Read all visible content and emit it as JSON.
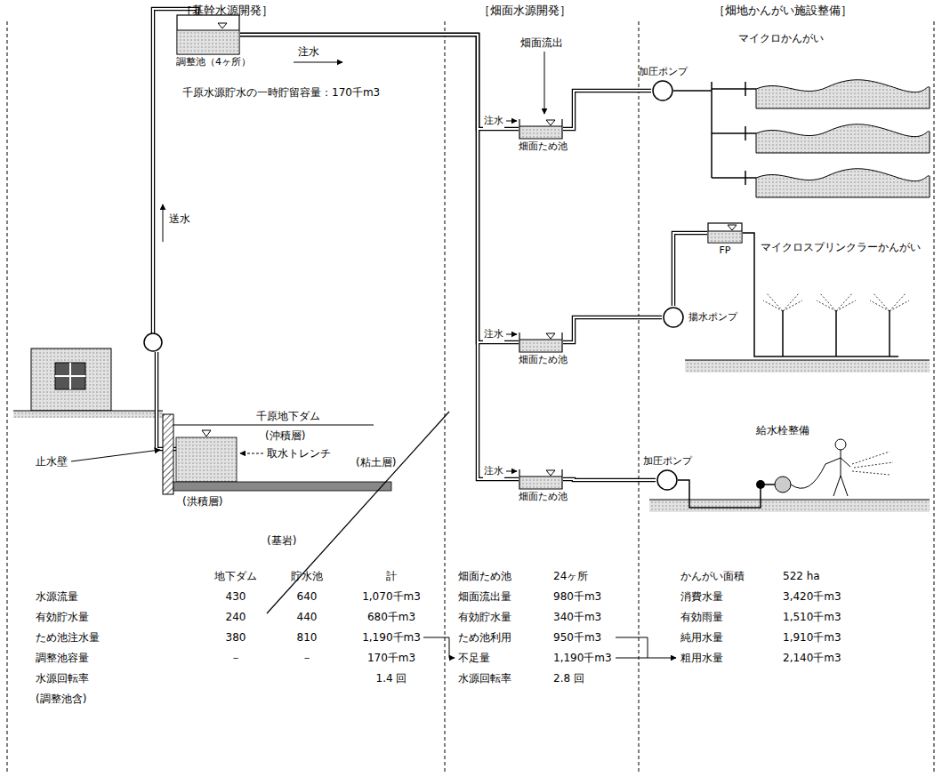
{
  "diagram": {
    "nodes": [
      {
        "text": [
          "調整池（4ヶ所）"
        ]
      },
      {
        "text": [
          "畑面ため池"
        ]
      },
      {
        "text": [
          "畑面ため池"
        ]
      },
      {
        "text": [
          "畑面ため池"
        ]
      },
      {
        "text": [
          "加圧ポンプ"
        ]
      },
      {
        "text": [
          "FP"
        ]
      },
      {
        "text": [
          "揚水ポンプ"
        ]
      },
      {
        "text": [
          "加圧ポンプ"
        ]
      }
    ],
    "edges": [
      {
        "from": 0,
        "to": 1,
        "arrow": "none",
        "label": "注水"
      },
      {
        "from": 0,
        "to": 2,
        "arrow": "none",
        "label": "注水"
      },
      {
        "from": 0,
        "to": 3,
        "arrow": "none",
        "label": "注水"
      },
      {
        "from": 1,
        "to": 4,
        "arrow": "none"
      },
      {
        "from": 2,
        "to": 6,
        "arrow": "none"
      },
      {
        "from": 6,
        "to": 5,
        "arrow": "none"
      },
      {
        "from": 3,
        "to": 7,
        "arrow": "none"
      }
    ],
    "labels": [
      "［基幹水源開発］",
      "［畑面水源開発］",
      "［畑地かんがい施設整備］",
      "注水",
      "送水",
      "千原水源貯水の一時貯留容量：170千m3",
      "千原地下ダム",
      "(沖積層)",
      "取水トレンチ",
      "(粘土層)",
      "止水壁",
      "(洪積層)",
      "(基岩)",
      "畑面流出",
      "マイクロかんがい",
      "マイクロスプリンクラーかんがい",
      "給水栓整備",
      "地下ダム",
      "貯水池",
      "計",
      "水源流量",
      "430",
      "640",
      "1,070千m3",
      "有効貯水量",
      "240",
      "440",
      "680千m3",
      "ため池注水量",
      "380",
      "810",
      "1,190千m3",
      "調整池容量",
      "－",
      "－",
      "170千m3",
      "水源回転率",
      "(調整池含)",
      "1.4 回",
      "畑面ため池",
      "24ヶ所",
      "畑面流出量",
      "980千m3",
      "有効貯水量",
      "340千m3",
      "ため池利用",
      "950千m3",
      "不足量",
      "1,190千m3",
      "水源回転率",
      "2.8 回",
      "かんがい面積",
      "522 ha",
      "消費水量",
      "3,420千m3",
      "有効雨量",
      "1,510千m3",
      "純用水量",
      "1,910千m3",
      "粗用水量",
      "2,140千m3"
    ]
  }
}
